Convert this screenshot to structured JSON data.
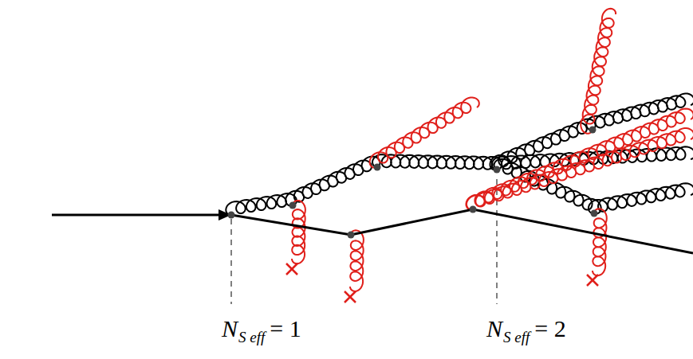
{
  "diagram": {
    "labels": [
      "N",
      "S eff",
      "= 1",
      "N",
      "S eff",
      "= 2"
    ]
  }
}
